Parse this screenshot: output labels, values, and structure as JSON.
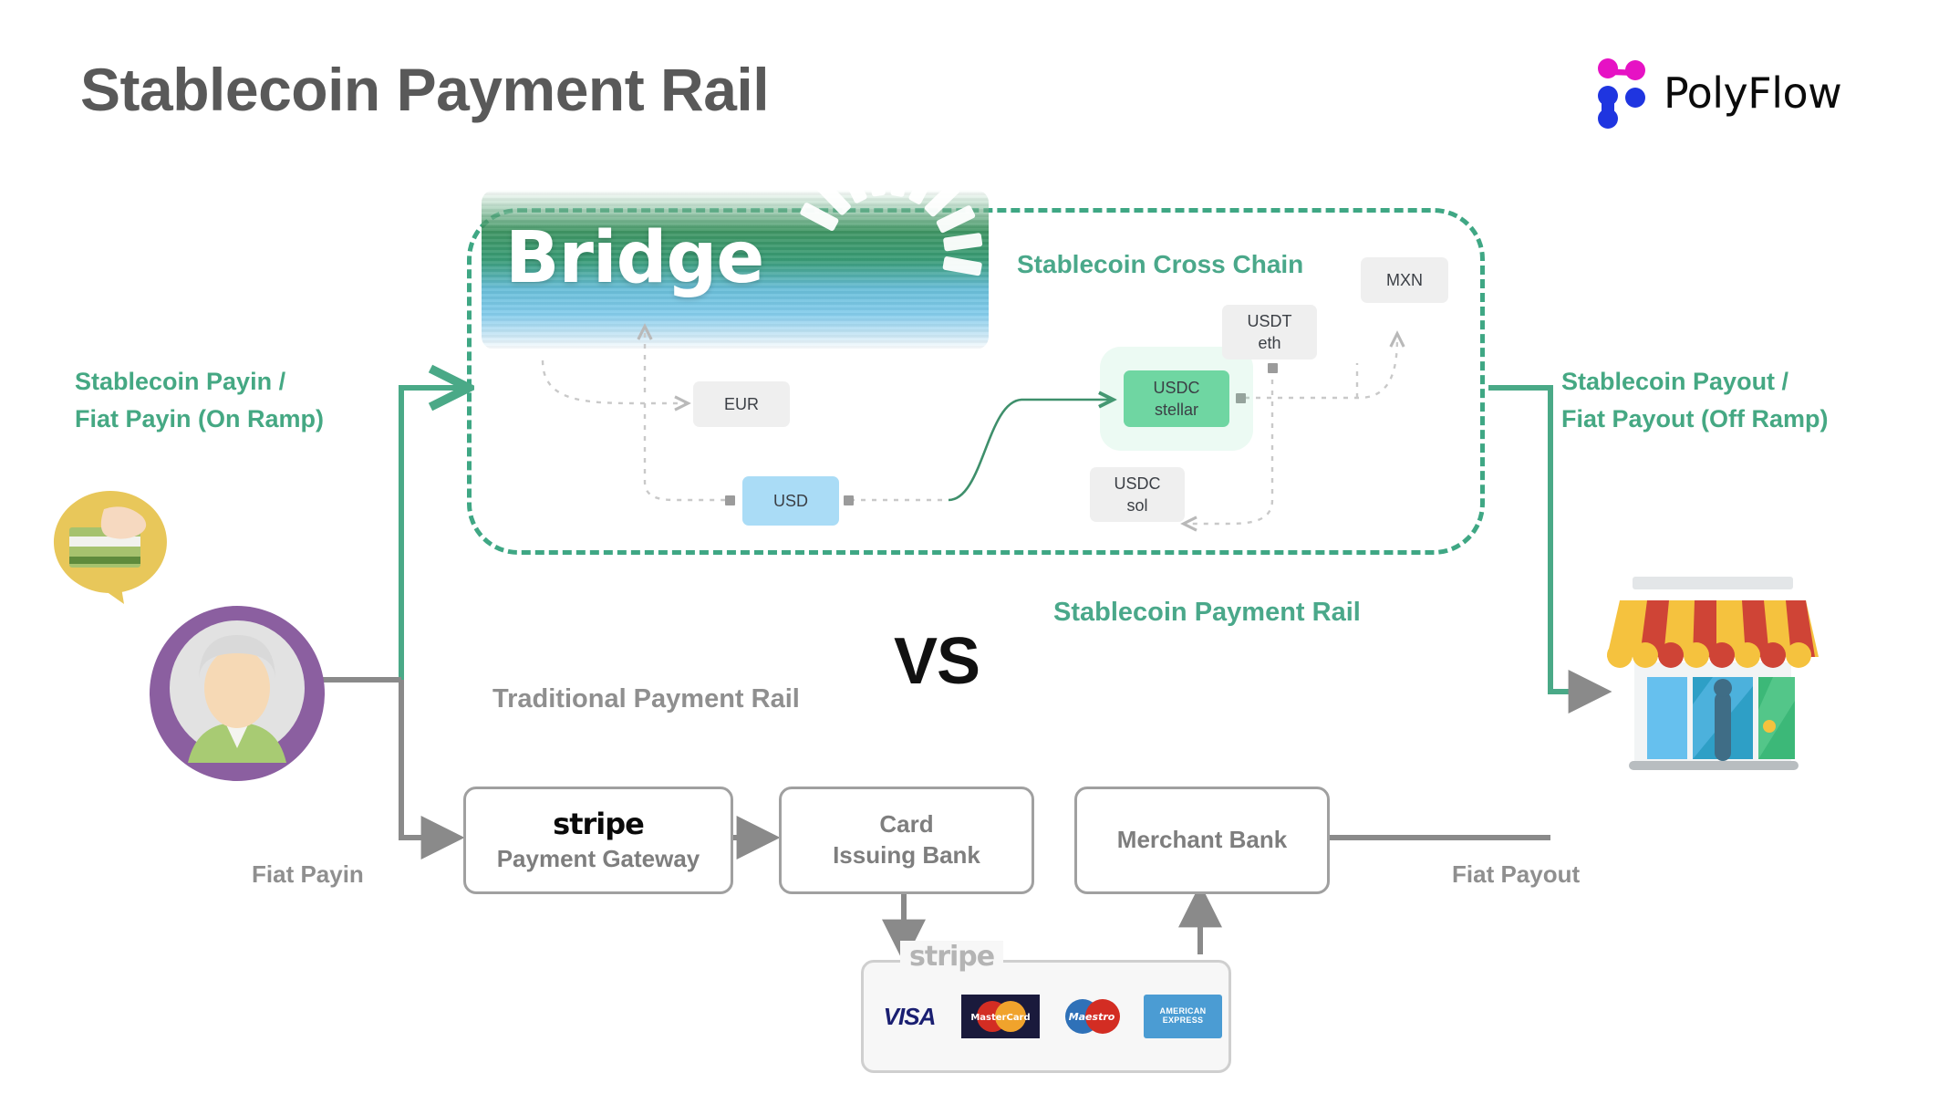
{
  "page": {
    "title": "Stablecoin Payment Rail",
    "background": "#ffffff"
  },
  "brand": {
    "name": "PolyFlow",
    "mark_colors": [
      "#e612c4",
      "#1f35e0"
    ]
  },
  "colors": {
    "accent_green": "#45a883",
    "rail_green": "#4aa987",
    "rail_gray": "#8a8a8a",
    "title_gray": "#595959",
    "node_green": "#6fd6a2",
    "node_blue": "#aadcf6",
    "node_gray": "#efefef"
  },
  "labels": {
    "payin_line1": "Stablecoin Payin /",
    "payin_line2": "Fiat Payin (On Ramp)",
    "payout_line1": "Stablecoin Payout /",
    "payout_line2": "Fiat Payout (Off Ramp)",
    "cross_chain": "Stablecoin Cross Chain",
    "stablecoin_rail": "Stablecoin Payment Rail",
    "traditional_rail": "Traditional Payment Rail",
    "versus": "VS",
    "fiat_payin": "Fiat Payin",
    "fiat_payout": "Fiat Payout"
  },
  "bridge": {
    "word": "Bridge"
  },
  "nodes": [
    {
      "id": "eur",
      "line1": "EUR",
      "line2": "",
      "style": "gray"
    },
    {
      "id": "usd",
      "line1": "USD",
      "line2": "",
      "style": "blue"
    },
    {
      "id": "usdc-stellar",
      "line1": "USDC",
      "line2": "stellar",
      "style": "green"
    },
    {
      "id": "usdt-eth",
      "line1": "USDT",
      "line2": "eth",
      "style": "gray"
    },
    {
      "id": "mxn",
      "line1": "MXN",
      "line2": "",
      "style": "gray"
    },
    {
      "id": "usdc-sol",
      "line1": "USDC",
      "line2": "sol",
      "style": "gray"
    }
  ],
  "traditional": {
    "gateway_logo": "stripe",
    "gateway_label": "Payment Gateway",
    "card_bank_line1": "Card",
    "card_bank_line2": "Issuing Bank",
    "merchant_bank": "Merchant Bank"
  },
  "card_badge": {
    "label": "stripe",
    "networks": [
      {
        "name": "VISA",
        "text": "VISA"
      },
      {
        "name": "MasterCard",
        "text": "MasterCard"
      },
      {
        "name": "Maestro",
        "text": "Maestro"
      },
      {
        "name": "American Express",
        "text": "AMERICAN EXPRESS"
      }
    ]
  },
  "icons": {
    "customer": "customer-avatar-icon",
    "speech_bubble": "card-payment-bubble-icon",
    "merchant": "storefront-icon"
  }
}
